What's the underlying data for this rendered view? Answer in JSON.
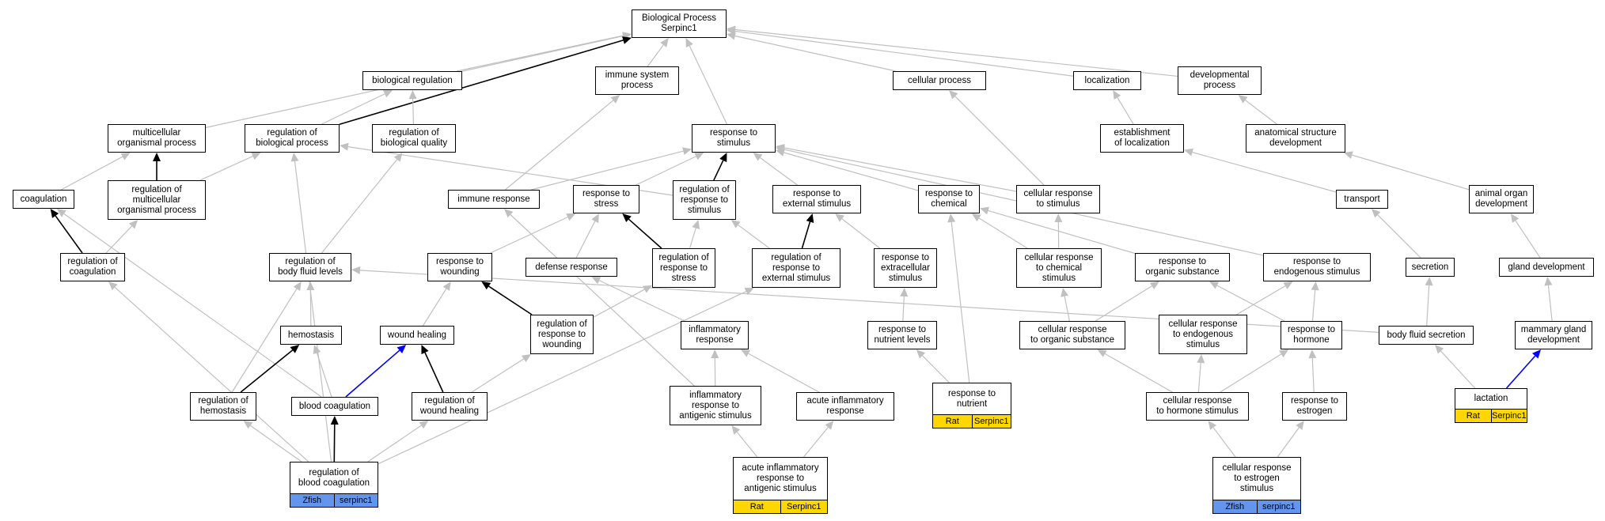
{
  "colors": {
    "edge_default": "#c0c0c0",
    "edge_strong": "#000000",
    "edge_blue": "#0000ff",
    "tag_zfish": "#6495ed",
    "tag_rat": "#ffd700"
  },
  "nodes": {
    "bp": {
      "label": "Biological Process\nSerpinc1"
    },
    "bioreg": {
      "label": "biological regulation"
    },
    "immsys": {
      "label": "immune system\nprocess"
    },
    "cellproc": {
      "label": "cellular process"
    },
    "local": {
      "label": "localization"
    },
    "devproc": {
      "label": "developmental\nprocess"
    },
    "multorg": {
      "label": "multicellular\norganismal process"
    },
    "regbio": {
      "label": "regulation of\nbiological process"
    },
    "regbioq": {
      "label": "regulation of\nbiological quality"
    },
    "resp": {
      "label": "response to\nstimulus"
    },
    "estloc": {
      "label": "establishment\nof localization"
    },
    "anatdev": {
      "label": "anatomical structure\ndevelopment"
    },
    "coag": {
      "label": "coagulation"
    },
    "regmult": {
      "label": "regulation of\nmulticellular\norganismal process"
    },
    "immresp": {
      "label": "immune response"
    },
    "respstress": {
      "label": "response to\nstress"
    },
    "regresp": {
      "label": "regulation of\nresponse to\nstimulus"
    },
    "respext": {
      "label": "response to\nexternal stimulus"
    },
    "respchem": {
      "label": "response to\nchemical"
    },
    "cellrespstim": {
      "label": "cellular response\nto stimulus"
    },
    "transport": {
      "label": "transport"
    },
    "animorg": {
      "label": "animal organ\ndevelopment"
    },
    "regcoag": {
      "label": "regulation of\ncoagulation"
    },
    "regbfl": {
      "label": "regulation of\nbody fluid levels"
    },
    "respwound": {
      "label": "response to\nwounding"
    },
    "defresp": {
      "label": "defense response"
    },
    "regrespstress": {
      "label": "regulation of\nresponse to\nstress"
    },
    "regrespext": {
      "label": "regulation of\nresponse to\nexternal stimulus"
    },
    "respextra": {
      "label": "response to\nextracellular\nstimulus"
    },
    "cellrespchem": {
      "label": "cellular response\nto chemical\nstimulus"
    },
    "resporg": {
      "label": "response to\norganic substance"
    },
    "respendo": {
      "label": "response to\nendogenous stimulus"
    },
    "secretion": {
      "label": "secretion"
    },
    "glanddev": {
      "label": "gland development"
    },
    "hemostasis": {
      "label": "hemostasis"
    },
    "woundheal": {
      "label": "wound healing"
    },
    "regrespwound": {
      "label": "regulation of\nresponse to\nwounding"
    },
    "inflresp": {
      "label": "inflammatory\nresponse"
    },
    "respnutlev": {
      "label": "response to\nnutrient levels"
    },
    "cellresporg": {
      "label": "cellular response\nto organic substance"
    },
    "cellrespendo": {
      "label": "cellular response\nto endogenous\nstimulus"
    },
    "resphorm": {
      "label": "response to\nhormone"
    },
    "bfsecretion": {
      "label": "body fluid secretion"
    },
    "mamdev": {
      "label": "mammary gland\ndevelopment"
    },
    "reghemo": {
      "label": "regulation of\nhemostasis"
    },
    "bloodcoag": {
      "label": "blood coagulation"
    },
    "regwoundheal": {
      "label": "regulation of\nwound healing"
    },
    "inflrespanti": {
      "label": "inflammatory\nresponse to\nantigenic stimulus"
    },
    "acuteinfl": {
      "label": "acute inflammatory\nresponse"
    },
    "respnut": {
      "label": "response to\nnutrient",
      "tags": [
        "Rat",
        "Serpinc1"
      ]
    },
    "cellresphorm": {
      "label": "cellular response\nto hormone stimulus"
    },
    "respestro": {
      "label": "response to\nestrogen"
    },
    "lactation": {
      "label": "lactation",
      "tags": [
        "Rat",
        "Serpinc1"
      ]
    },
    "regbloodcoag": {
      "label": "regulation of\nblood coagulation",
      "tags": [
        "Zfish",
        "serpinc1"
      ]
    },
    "acuteinflanti": {
      "label": "acute inflammatory\nresponse to\nantigenic stimulus",
      "tags": [
        "Rat",
        "Serpinc1"
      ]
    },
    "cellrespestro": {
      "label": "cellular response\nto estrogen\nstimulus",
      "tags": [
        "Zfish",
        "serpinc1"
      ]
    }
  },
  "edges": [
    {
      "from": "bioreg",
      "to": "bp",
      "style": "default"
    },
    {
      "from": "immsys",
      "to": "bp",
      "style": "default"
    },
    {
      "from": "cellproc",
      "to": "bp",
      "style": "default"
    },
    {
      "from": "local",
      "to": "bp",
      "style": "default"
    },
    {
      "from": "devproc",
      "to": "bp",
      "style": "default"
    },
    {
      "from": "multorg",
      "to": "bp",
      "style": "default"
    },
    {
      "from": "regbio",
      "to": "bp",
      "style": "strong"
    },
    {
      "from": "resp",
      "to": "bp",
      "style": "default"
    },
    {
      "from": "regbio",
      "to": "bioreg",
      "style": "default"
    },
    {
      "from": "regbioq",
      "to": "bioreg",
      "style": "default"
    },
    {
      "from": "estloc",
      "to": "local",
      "style": "default"
    },
    {
      "from": "anatdev",
      "to": "devproc",
      "style": "default"
    },
    {
      "from": "coag",
      "to": "multorg",
      "style": "default"
    },
    {
      "from": "regmult",
      "to": "multorg",
      "style": "strong"
    },
    {
      "from": "regmult",
      "to": "regbio",
      "style": "default"
    },
    {
      "from": "regresp",
      "to": "regbio",
      "style": "default"
    },
    {
      "from": "immresp",
      "to": "immsys",
      "style": "default"
    },
    {
      "from": "cellrespstim",
      "to": "cellproc",
      "style": "default"
    },
    {
      "from": "immresp",
      "to": "resp",
      "style": "default"
    },
    {
      "from": "respstress",
      "to": "resp",
      "style": "default"
    },
    {
      "from": "regresp",
      "to": "resp",
      "style": "strong"
    },
    {
      "from": "respext",
      "to": "resp",
      "style": "default"
    },
    {
      "from": "respchem",
      "to": "resp",
      "style": "default"
    },
    {
      "from": "cellrespstim",
      "to": "resp",
      "style": "default"
    },
    {
      "from": "respendo",
      "to": "resp",
      "style": "default"
    },
    {
      "from": "transport",
      "to": "estloc",
      "style": "default"
    },
    {
      "from": "animorg",
      "to": "anatdev",
      "style": "default"
    },
    {
      "from": "regcoag",
      "to": "coag",
      "style": "strong"
    },
    {
      "from": "bloodcoag",
      "to": "coag",
      "style": "default"
    },
    {
      "from": "regbfl",
      "to": "regbioq",
      "style": "default"
    },
    {
      "from": "regcoag",
      "to": "regmult",
      "style": "default"
    },
    {
      "from": "respwound",
      "to": "respstress",
      "style": "default"
    },
    {
      "from": "defresp",
      "to": "respstress",
      "style": "default"
    },
    {
      "from": "regrespstress",
      "to": "respstress",
      "style": "strong"
    },
    {
      "from": "regrespstress",
      "to": "regresp",
      "style": "default"
    },
    {
      "from": "regrespext",
      "to": "regresp",
      "style": "default"
    },
    {
      "from": "regrespext",
      "to": "respext",
      "style": "strong"
    },
    {
      "from": "respextra",
      "to": "respext",
      "style": "default"
    },
    {
      "from": "respnut",
      "to": "respchem",
      "style": "default"
    },
    {
      "from": "cellrespchem",
      "to": "respchem",
      "style": "default"
    },
    {
      "from": "resporg",
      "to": "respchem",
      "style": "default"
    },
    {
      "from": "cellrespchem",
      "to": "cellrespstim",
      "style": "default"
    },
    {
      "from": "secretion",
      "to": "transport",
      "style": "default"
    },
    {
      "from": "glanddev",
      "to": "animorg",
      "style": "default"
    },
    {
      "from": "hemostasis",
      "to": "regbfl",
      "style": "default"
    },
    {
      "from": "reghemo",
      "to": "regbfl",
      "style": "default"
    },
    {
      "from": "bfsecretion",
      "to": "regbfl",
      "style": "default"
    },
    {
      "from": "woundheal",
      "to": "respwound",
      "style": "default"
    },
    {
      "from": "regrespwound",
      "to": "respwound",
      "style": "strong"
    },
    {
      "from": "regrespwound",
      "to": "regrespstress",
      "style": "default"
    },
    {
      "from": "inflresp",
      "to": "defresp",
      "style": "default"
    },
    {
      "from": "respnutlev",
      "to": "respextra",
      "style": "default"
    },
    {
      "from": "cellresporg",
      "to": "cellrespchem",
      "style": "default"
    },
    {
      "from": "cellresporg",
      "to": "resporg",
      "style": "default"
    },
    {
      "from": "resphorm",
      "to": "resporg",
      "style": "default"
    },
    {
      "from": "cellrespendo",
      "to": "respendo",
      "style": "default"
    },
    {
      "from": "resphorm",
      "to": "respendo",
      "style": "default"
    },
    {
      "from": "bfsecretion",
      "to": "secretion",
      "style": "default"
    },
    {
      "from": "mamdev",
      "to": "glanddev",
      "style": "default"
    },
    {
      "from": "reghemo",
      "to": "hemostasis",
      "style": "strong"
    },
    {
      "from": "bloodcoag",
      "to": "hemostasis",
      "style": "default"
    },
    {
      "from": "bloodcoag",
      "to": "woundheal",
      "style": "blue"
    },
    {
      "from": "regwoundheal",
      "to": "woundheal",
      "style": "strong"
    },
    {
      "from": "regwoundheal",
      "to": "regrespwound",
      "style": "default"
    },
    {
      "from": "inflrespanti",
      "to": "inflresp",
      "style": "default"
    },
    {
      "from": "acuteinfl",
      "to": "inflresp",
      "style": "default"
    },
    {
      "from": "inflrespanti",
      "to": "immresp",
      "style": "default"
    },
    {
      "from": "respnut",
      "to": "respnutlev",
      "style": "default"
    },
    {
      "from": "cellresphorm",
      "to": "cellresporg",
      "style": "default"
    },
    {
      "from": "cellresphorm",
      "to": "cellrespendo",
      "style": "default"
    },
    {
      "from": "cellresphorm",
      "to": "resphorm",
      "style": "default"
    },
    {
      "from": "respestro",
      "to": "resphorm",
      "style": "default"
    },
    {
      "from": "lactation",
      "to": "bfsecretion",
      "style": "default"
    },
    {
      "from": "lactation",
      "to": "mamdev",
      "style": "blue"
    },
    {
      "from": "regbloodcoag",
      "to": "reghemo",
      "style": "default"
    },
    {
      "from": "regbloodcoag",
      "to": "regcoag",
      "style": "default"
    },
    {
      "from": "regbloodcoag",
      "to": "bloodcoag",
      "style": "strong"
    },
    {
      "from": "regbloodcoag",
      "to": "regwoundheal",
      "style": "default"
    },
    {
      "from": "regbloodcoag",
      "to": "regrespext",
      "style": "default"
    },
    {
      "from": "regbloodcoag",
      "to": "regbio",
      "style": "default"
    },
    {
      "from": "acuteinflanti",
      "to": "inflrespanti",
      "style": "default"
    },
    {
      "from": "acuteinflanti",
      "to": "acuteinfl",
      "style": "default"
    },
    {
      "from": "cellrespestro",
      "to": "cellresphorm",
      "style": "default"
    },
    {
      "from": "cellrespestro",
      "to": "respestro",
      "style": "default"
    }
  ]
}
